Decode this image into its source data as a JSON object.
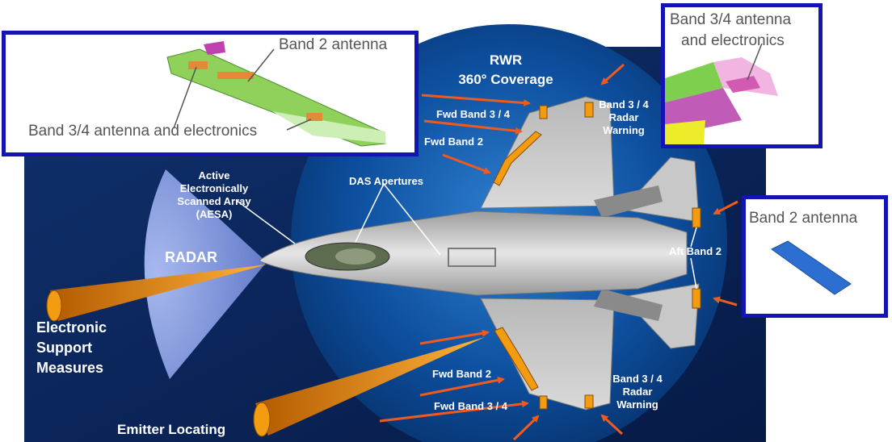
{
  "main": {
    "title": "RWR",
    "subtitle": "360° Coverage",
    "labels": {
      "fwd_band34_top": "Fwd Band 3 / 4",
      "fwd_band2_top": "Fwd Band 2",
      "rw_top_1": "Band 3 / 4",
      "rw_top_2": "Radar",
      "rw_top_3": "Warning",
      "das": "DAS Apertures",
      "aesa_1": "Active",
      "aesa_2": "Electronically",
      "aesa_3": "Scanned Array",
      "aesa_4": "(AESA)",
      "radar": "RADAR",
      "esm_1": "Electronic",
      "esm_2": "Support",
      "esm_3": "Measures",
      "emitter": "Emitter Locating",
      "aft_band2": "Aft Band 2",
      "fwd_band2_bottom": "Fwd Band 2",
      "fwd_band34_bottom": "Fwd Band 3 / 4",
      "rw_bottom_1": "Band 3 / 4",
      "rw_bottom_2": "Radar",
      "rw_bottom_3": "Warning"
    }
  },
  "insets": {
    "top_left": {
      "label_band2": "Band 2 antenna",
      "label_band34": "Band 3/4 antenna and electronics"
    },
    "top_right": {
      "label_1": "Band 3/4 antenna",
      "label_2": "and electronics"
    },
    "right": {
      "label": "Band 2 antenna"
    }
  },
  "colors": {
    "background": "#0a2a66",
    "circle": "#0d4f9e",
    "sensor": "#f39c12",
    "arrow": "#f05a1e",
    "inset_border": "#1414b4"
  }
}
